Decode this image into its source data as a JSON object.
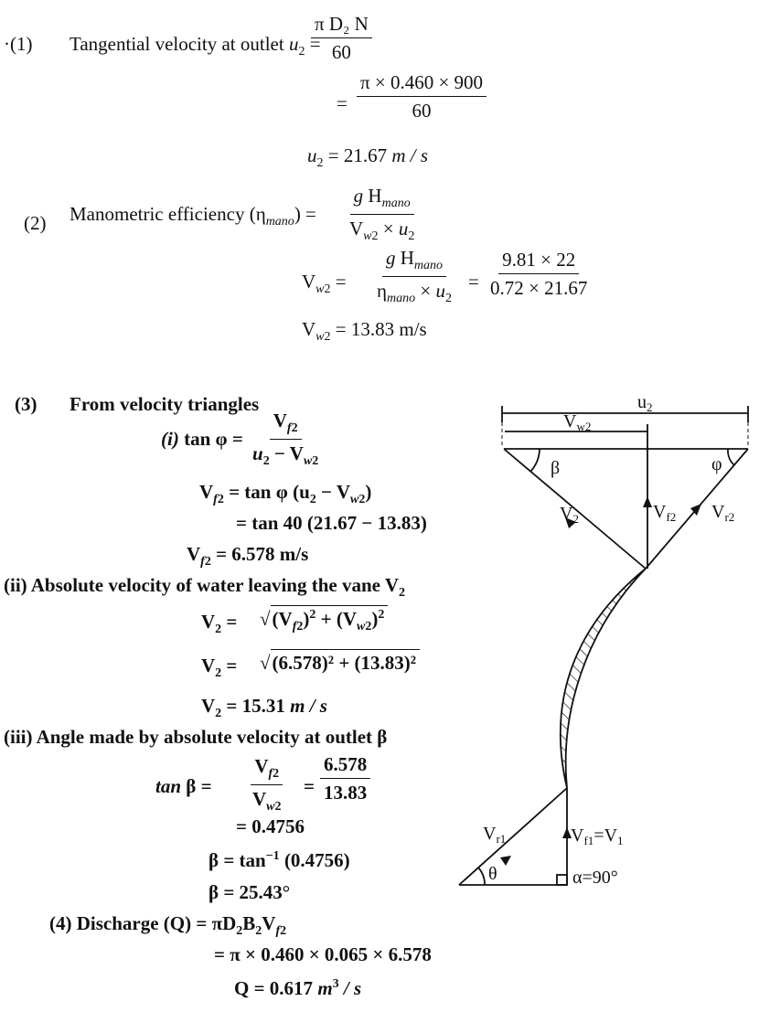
{
  "s1": {
    "num": "(1)",
    "label": "Tangential velocity at outlet",
    "frac1_num": "π D₂ N",
    "frac1_den": "60",
    "frac2_num": "π × 0.460 × 900",
    "frac2_den": "60",
    "result_val": "= 21.67",
    "result_unit": "m / s"
  },
  "s2": {
    "num": "(2)",
    "label": "Manometric efficiency",
    "frac_den": "V",
    "result_val": "= 13.83 m/s",
    "vals_num": "9.81 × 22",
    "vals_den": "0.72 × 21.67"
  },
  "s3": {
    "num": "(3)",
    "heading": "From velocity triangles",
    "i_label": "(i)",
    "i_tan": "tan φ =",
    "i_line2": "= tan φ (u",
    "i_line3": "= tan 40 (21.67 − 13.83)",
    "i_result": "= 6.578 m/s",
    "ii_heading": "(ii) Absolute velocity of water leaving the vane V",
    "ii_vals": "(6.578)² + (13.83)²",
    "ii_result": "= 15.31",
    "ii_unit": "m / s",
    "iii_heading": "(iii) Angle made by absolute velocity at outlet β",
    "iii_tan": "tan",
    "iii_vals_num": "6.578",
    "iii_vals_den": "13.83",
    "iii_line2": "= 0.4756",
    "iii_line3": "β = tan",
    "iii_line3_tail": "(0.4756)",
    "iii_result": "β = 25.43°"
  },
  "s4": {
    "heading": "(4) Discharge (Q) = πD",
    "line2": "= π × 0.460 × 0.065 × 6.578",
    "result": "Q = 0.617",
    "result_unit": "/ s"
  },
  "diagram": {
    "u2": "u",
    "vw2": "V",
    "beta": "β",
    "phi": "φ",
    "v2": "V",
    "vf2": "V",
    "vr2": "V",
    "vr1": "V",
    "vf1": "V",
    "theta": "θ",
    "alpha": "α=90°"
  }
}
